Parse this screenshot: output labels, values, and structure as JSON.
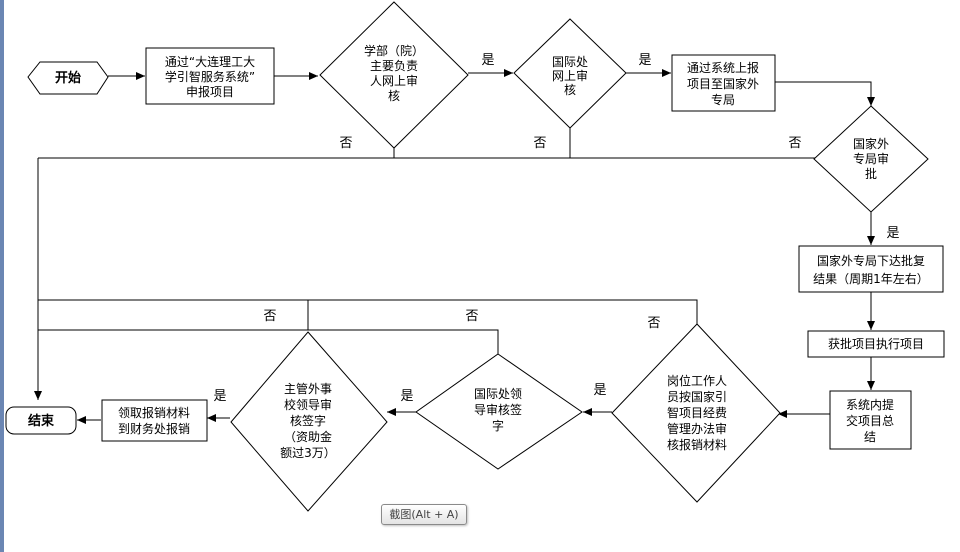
{
  "nodes": {
    "start": "开始",
    "submit": [
      "通过“大连理工大",
      "学引智服务系统”",
      "申报项目"
    ],
    "dept_review": [
      "学部（院）",
      "主要负责",
      "人网上审",
      "核"
    ],
    "intl_review": [
      "国际处",
      "网上审",
      "核"
    ],
    "report": [
      "通过系统上报",
      "项目至国家外",
      "专局"
    ],
    "bureau_approve": [
      "国家外",
      "专局审",
      "批"
    ],
    "result": [
      "国家外专局下达批复",
      "结果（周期1年左右）"
    ],
    "execute": "获批项目执行项目",
    "summary": [
      "系统内提",
      "交项目总",
      "结"
    ],
    "staff_review": [
      "岗位工作人",
      "员按国家引",
      "智项目经费",
      "管理办法审",
      "核报销材料"
    ],
    "intl_sign": [
      "国际处领",
      "导审核签",
      "字"
    ],
    "leader_sign": [
      "主管外事",
      "校领导审",
      "核签字",
      "（资助金",
      "额过3万）"
    ],
    "finance": [
      "领取报销材料",
      "到财务处报销"
    ],
    "end": "结束"
  },
  "edge_labels": {
    "yes": "是",
    "no": "否"
  },
  "tooltip": "截图(Alt + A)"
}
